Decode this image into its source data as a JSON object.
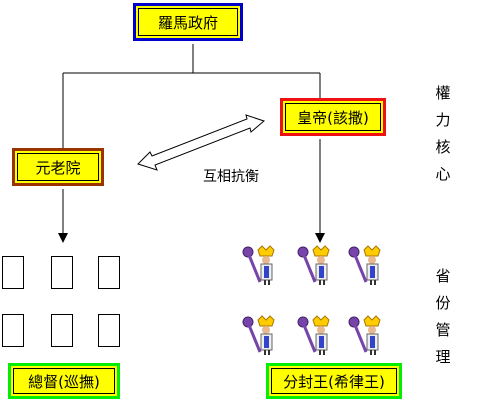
{
  "nodes": {
    "rome_government": "羅馬政府",
    "emperor": "皇帝(該撒)",
    "senate": "元老院",
    "governor": "總督(巡撫)",
    "vassal_king": "分封王(希律王)"
  },
  "labels": {
    "mutual_balance": "互相抗衡",
    "power_core": [
      "權",
      "力",
      "核",
      "心"
    ],
    "province_management": [
      "省",
      "份",
      "管",
      "理"
    ]
  },
  "colors": {
    "box_fill": "#ffff00",
    "rome_border": "#0000cc",
    "emperor_border": "#ee1111",
    "senate_border": "#993300",
    "bottom_border": "#00ee00"
  },
  "icons": {
    "province_officials": "blank-rectangle-icon",
    "vassal_kings": "king-with-scepter-icon"
  }
}
